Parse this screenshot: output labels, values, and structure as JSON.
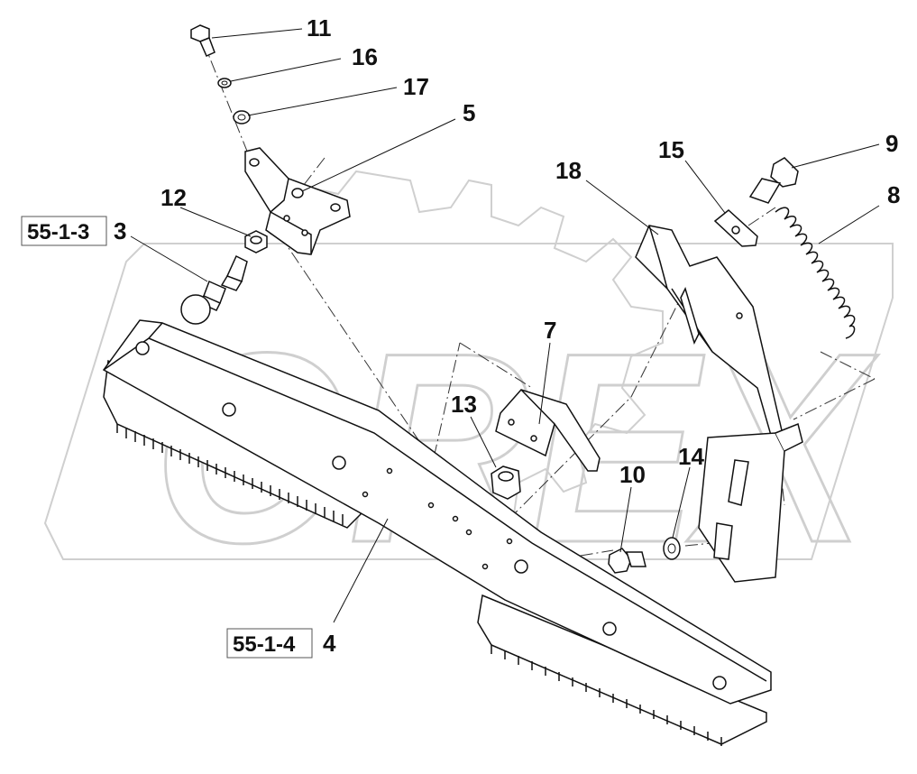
{
  "watermark": {
    "text": "OREX",
    "color": "#d0d0d0"
  },
  "references": [
    {
      "id": "ref-55-1-3",
      "text": "55-1-3"
    },
    {
      "id": "ref-55-1-4",
      "text": "55-1-4"
    }
  ],
  "callouts": {
    "c11": "11",
    "c16": "16",
    "c17": "17",
    "c5": "5",
    "c12": "12",
    "c3": "3",
    "c18": "18",
    "c15": "15",
    "c9": "9",
    "c8": "8",
    "c7": "7",
    "c13": "13",
    "c10": "10",
    "c14": "14",
    "c4": "4"
  },
  "colors": {
    "line": "#111111",
    "watermark": "#d0d0d0",
    "paper": "#ffffff"
  }
}
